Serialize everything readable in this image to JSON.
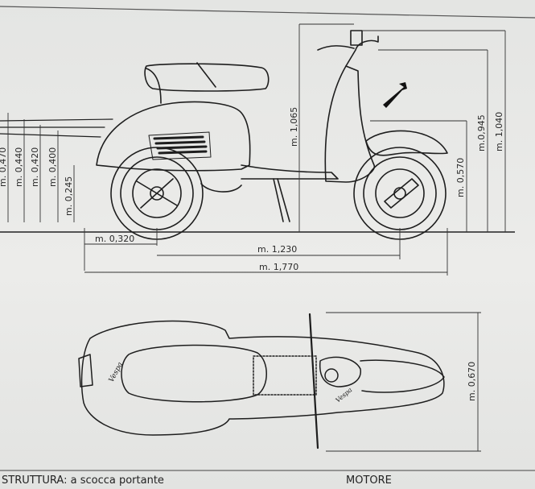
{
  "side_view": {
    "heights": [
      "m. 0,470",
      "m. 0,440",
      "m. 0,420",
      "m. 0,400",
      "m. 0,245"
    ],
    "center_height": "m. 1,065",
    "right_heights": [
      "m. 0,570",
      "m.0,945",
      "m. 1,040"
    ],
    "lengths": [
      "m. 0,320",
      "m. 1,230",
      "m. 1,770"
    ]
  },
  "top_view": {
    "width": "m. 0,670",
    "badges": [
      "Vespa",
      "Vespa"
    ]
  },
  "captions": {
    "left_prefix": "STRUTTURA",
    "left_suffix": "a scocca portante",
    "right": "MOTORE"
  }
}
